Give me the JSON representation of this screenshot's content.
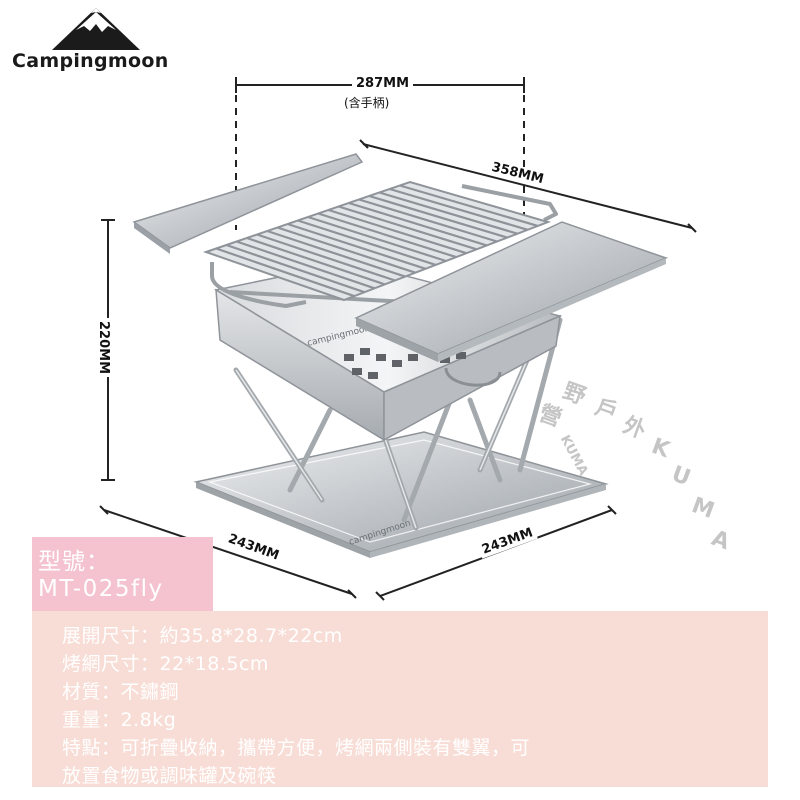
{
  "brand": {
    "name": "Campingmoon",
    "logo_icon": "mountain-icon"
  },
  "dimensions": {
    "width_top": "287MM",
    "width_top_note": "(含手柄)",
    "depth_top": "358MM",
    "height": "220MM",
    "base_left": "243MM",
    "base_right": "243MM"
  },
  "watermark": {
    "chars": [
      "營",
      "野",
      "戶",
      "外",
      "K",
      "U",
      "M",
      "A"
    ],
    "subtext": "KUMA"
  },
  "model": {
    "label": "型號：",
    "value": "MT-025fly"
  },
  "specs": [
    "展開尺寸：約35.8*28.7*22cm",
    "烤網尺寸：22*18.5cm",
    "材質：不鏽鋼",
    "重量：2.8kg",
    "特點：可折疊收納，攜帶方便，烤網兩側裝有雙翼，可",
    "放置食物或調味罐及碗筷"
  ],
  "colors": {
    "model_bg": "#f4c3cf",
    "spec_bg": "#f8ddd6",
    "text_white": "#ffffff",
    "steel": "#c9cccf"
  }
}
